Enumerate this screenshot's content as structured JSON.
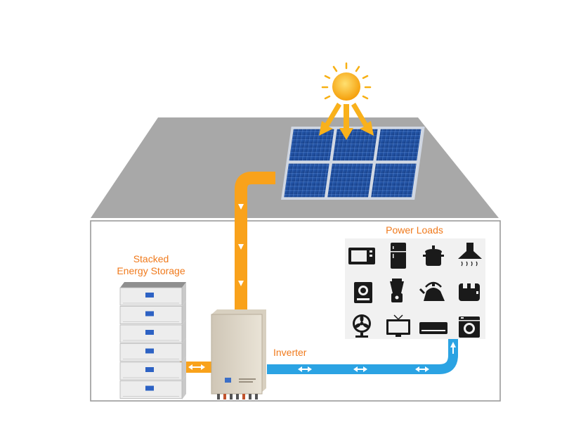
{
  "labels": {
    "storage_line1": "Stacked",
    "storage_line2": "Energy Storage",
    "power_loads": "Power Loads",
    "inverter": "Inverter"
  },
  "colors": {
    "roof": "#a7a7a7",
    "solar_flow": "#f9a21b",
    "load_flow": "#2ba3e3",
    "label_text": "#f07a1c",
    "panel": "#1f4e9c",
    "sun": "#f7b014"
  },
  "power_loads": {
    "icons": [
      "microwave-icon",
      "refrigerator-icon",
      "rice-cooker-icon",
      "range-hood-icon",
      "induction-cooker-icon",
      "blender-icon",
      "kettle-icon",
      "toaster-icon",
      "fan-icon",
      "television-icon",
      "air-conditioner-icon",
      "washing-machine-icon"
    ]
  },
  "battery": {
    "modules": 6
  }
}
